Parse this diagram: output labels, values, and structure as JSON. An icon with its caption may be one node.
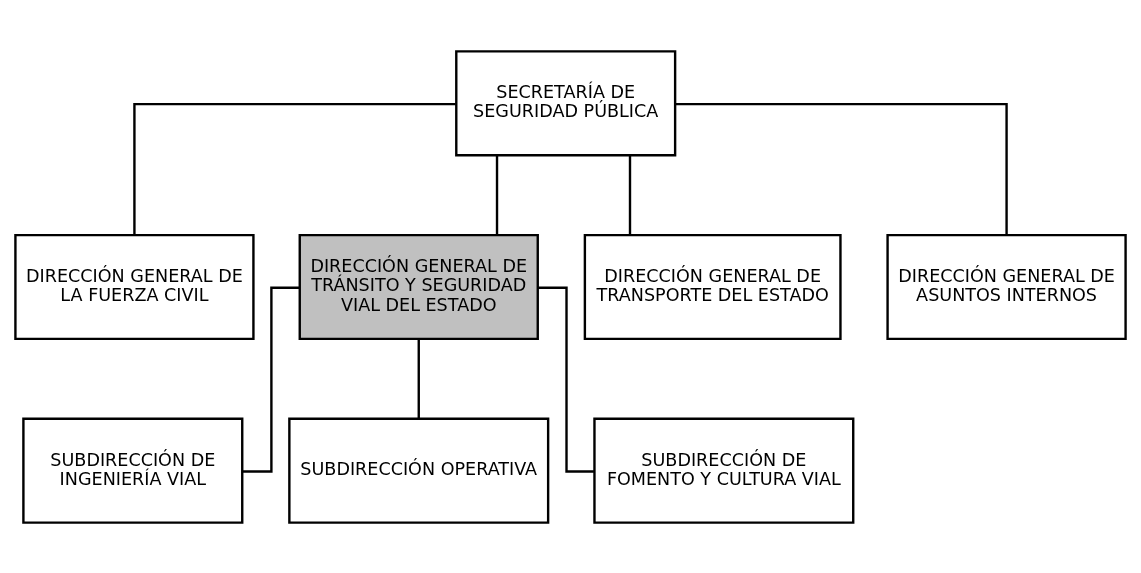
{
  "diagram": {
    "nodes": [
      {
        "text": [
          "SECRETARÍA DE SEGURIDAD PÚBLICA"
        ]
      },
      {
        "text": [
          "DIRECCIÓN GENERAL DE LA FUERZA CIVIL"
        ]
      },
      {
        "text": [
          "DIRECCIÓN GENERAL DE TRÁNSITO Y SEGURIDAD VIAL DEL ESTADO"
        ]
      },
      {
        "text": [
          "DIRECCIÓN GENERAL DE TRANSPORTE DEL ESTADO"
        ]
      },
      {
        "text": [
          "DIRECCIÓN GENERAL DE ASUNTOS INTERNOS"
        ]
      },
      {
        "text": [
          "SUBDIRECCIÓN DE INGENIERÍA VIAL"
        ]
      },
      {
        "text": [
          "SUBDIRECCIÓN OPERATIVA"
        ]
      },
      {
        "text": [
          "SUBDIRECCIÓN DE FOMENTO Y CULTURA VIAL"
        ]
      }
    ],
    "edges": [
      {
        "from": 0,
        "to": 1,
        "arrow": "none"
      },
      {
        "from": 0,
        "to": 2,
        "arrow": "none"
      },
      {
        "from": 0,
        "to": 3,
        "arrow": "none"
      },
      {
        "from": 0,
        "to": 4,
        "arrow": "none"
      },
      {
        "from": 2,
        "to": 5,
        "arrow": "none"
      },
      {
        "from": 2,
        "to": 6,
        "arrow": "none"
      },
      {
        "from": 2,
        "to": 7,
        "arrow": "none"
      }
    ]
  }
}
